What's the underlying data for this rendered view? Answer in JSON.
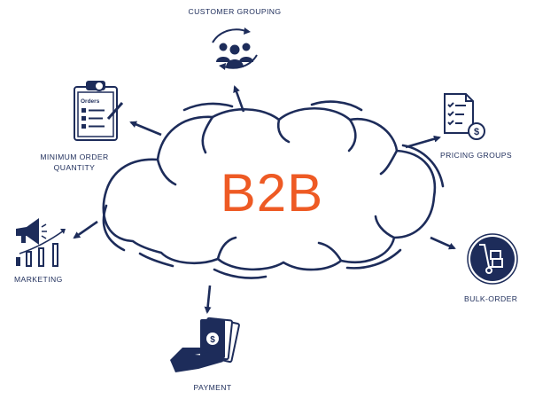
{
  "center": {
    "title": "B2B"
  },
  "nodes": {
    "customer_grouping": "CUSTOMER GROUPING",
    "minimum_order_line1": "MINIMUM ORDER",
    "minimum_order_line2": "QUANTITY",
    "pricing_groups": "PRICING GROUPS",
    "marketing": "MARKETING",
    "bulk_order": "BULK-ORDER",
    "payment": "PAYMENT",
    "orders_icon_text": "Orders"
  },
  "colors": {
    "navy": "#1d2c5a",
    "accent": "#ee5a24",
    "background": "#ffffff"
  },
  "icons": {
    "customer_grouping": "people-cycle-icon",
    "minimum_order": "clipboard-checklist-icon",
    "pricing_groups": "invoice-dollar-icon",
    "marketing": "megaphone-chart-icon",
    "bulk_order": "hand-truck-icon",
    "payment": "hand-money-icon"
  }
}
